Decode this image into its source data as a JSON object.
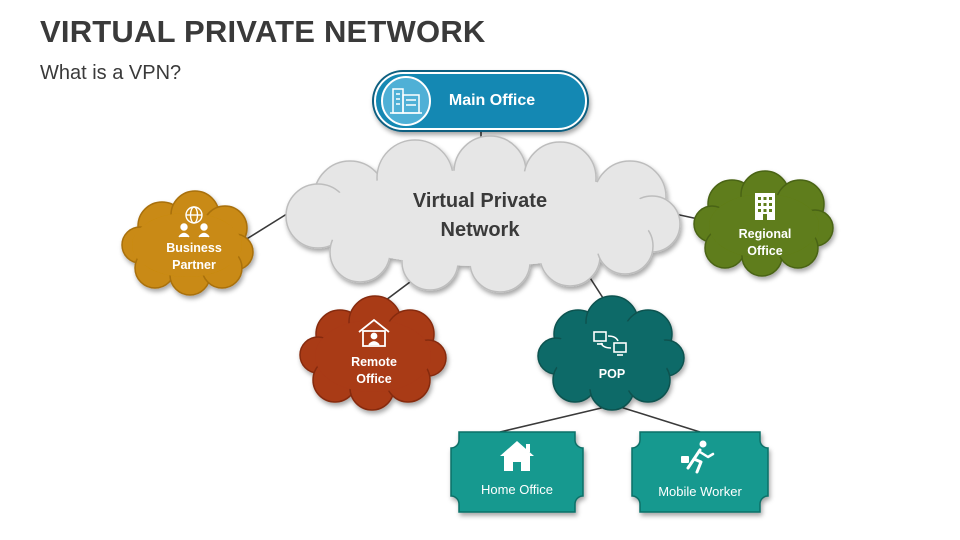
{
  "slide": {
    "title": "VIRTUAL PRIVATE NETWORK",
    "subtitle": "What is a VPN?"
  },
  "nodes": {
    "main_office": {
      "label": "Main Office",
      "color": "#1488b3",
      "icon": "office-building-icon"
    },
    "vpn_cloud": {
      "label_line1": "Virtual Private",
      "label_line2": "Network",
      "color": "#e6e6e6"
    },
    "business_partner": {
      "label_line1": "Business",
      "label_line2": "Partner",
      "color": "#c98a12",
      "icon": "globe-people-icon"
    },
    "regional_office": {
      "label_line1": "Regional",
      "label_line2": "Office",
      "color": "#5f7d1a",
      "icon": "building-icon"
    },
    "remote_office": {
      "label_line1": "Remote",
      "label_line2": "Office",
      "color": "#a93a17",
      "icon": "home-worker-icon"
    },
    "pop": {
      "label": "POP",
      "color": "#0f6b68",
      "icon": "network-computers-icon"
    },
    "home_office": {
      "label": "Home Office",
      "color": "#17998f",
      "icon": "house-icon"
    },
    "mobile_worker": {
      "label": "Mobile Worker",
      "color": "#17998f",
      "icon": "running-person-icon"
    }
  }
}
